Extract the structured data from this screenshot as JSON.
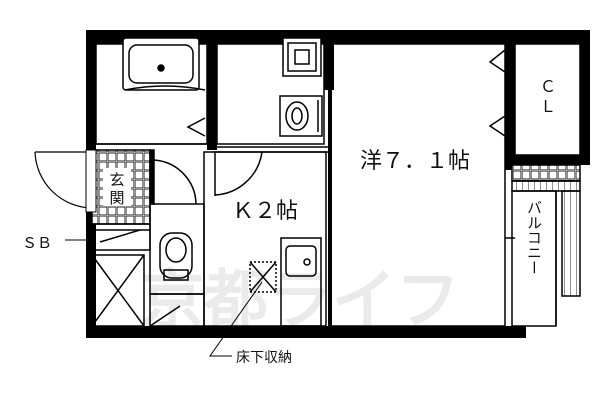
{
  "rooms": {
    "western_room": "洋７．１帖",
    "kitchen": "Ｋ２帖",
    "entrance_1": "玄",
    "entrance_2": "関",
    "closet_1": "Ｃ",
    "closet_2": "Ｌ",
    "balcony": "バルコニー"
  },
  "callouts": {
    "shoe_box": "ＳＢ",
    "underfloor_storage": "床下収納"
  },
  "watermark": "京都ライフ"
}
